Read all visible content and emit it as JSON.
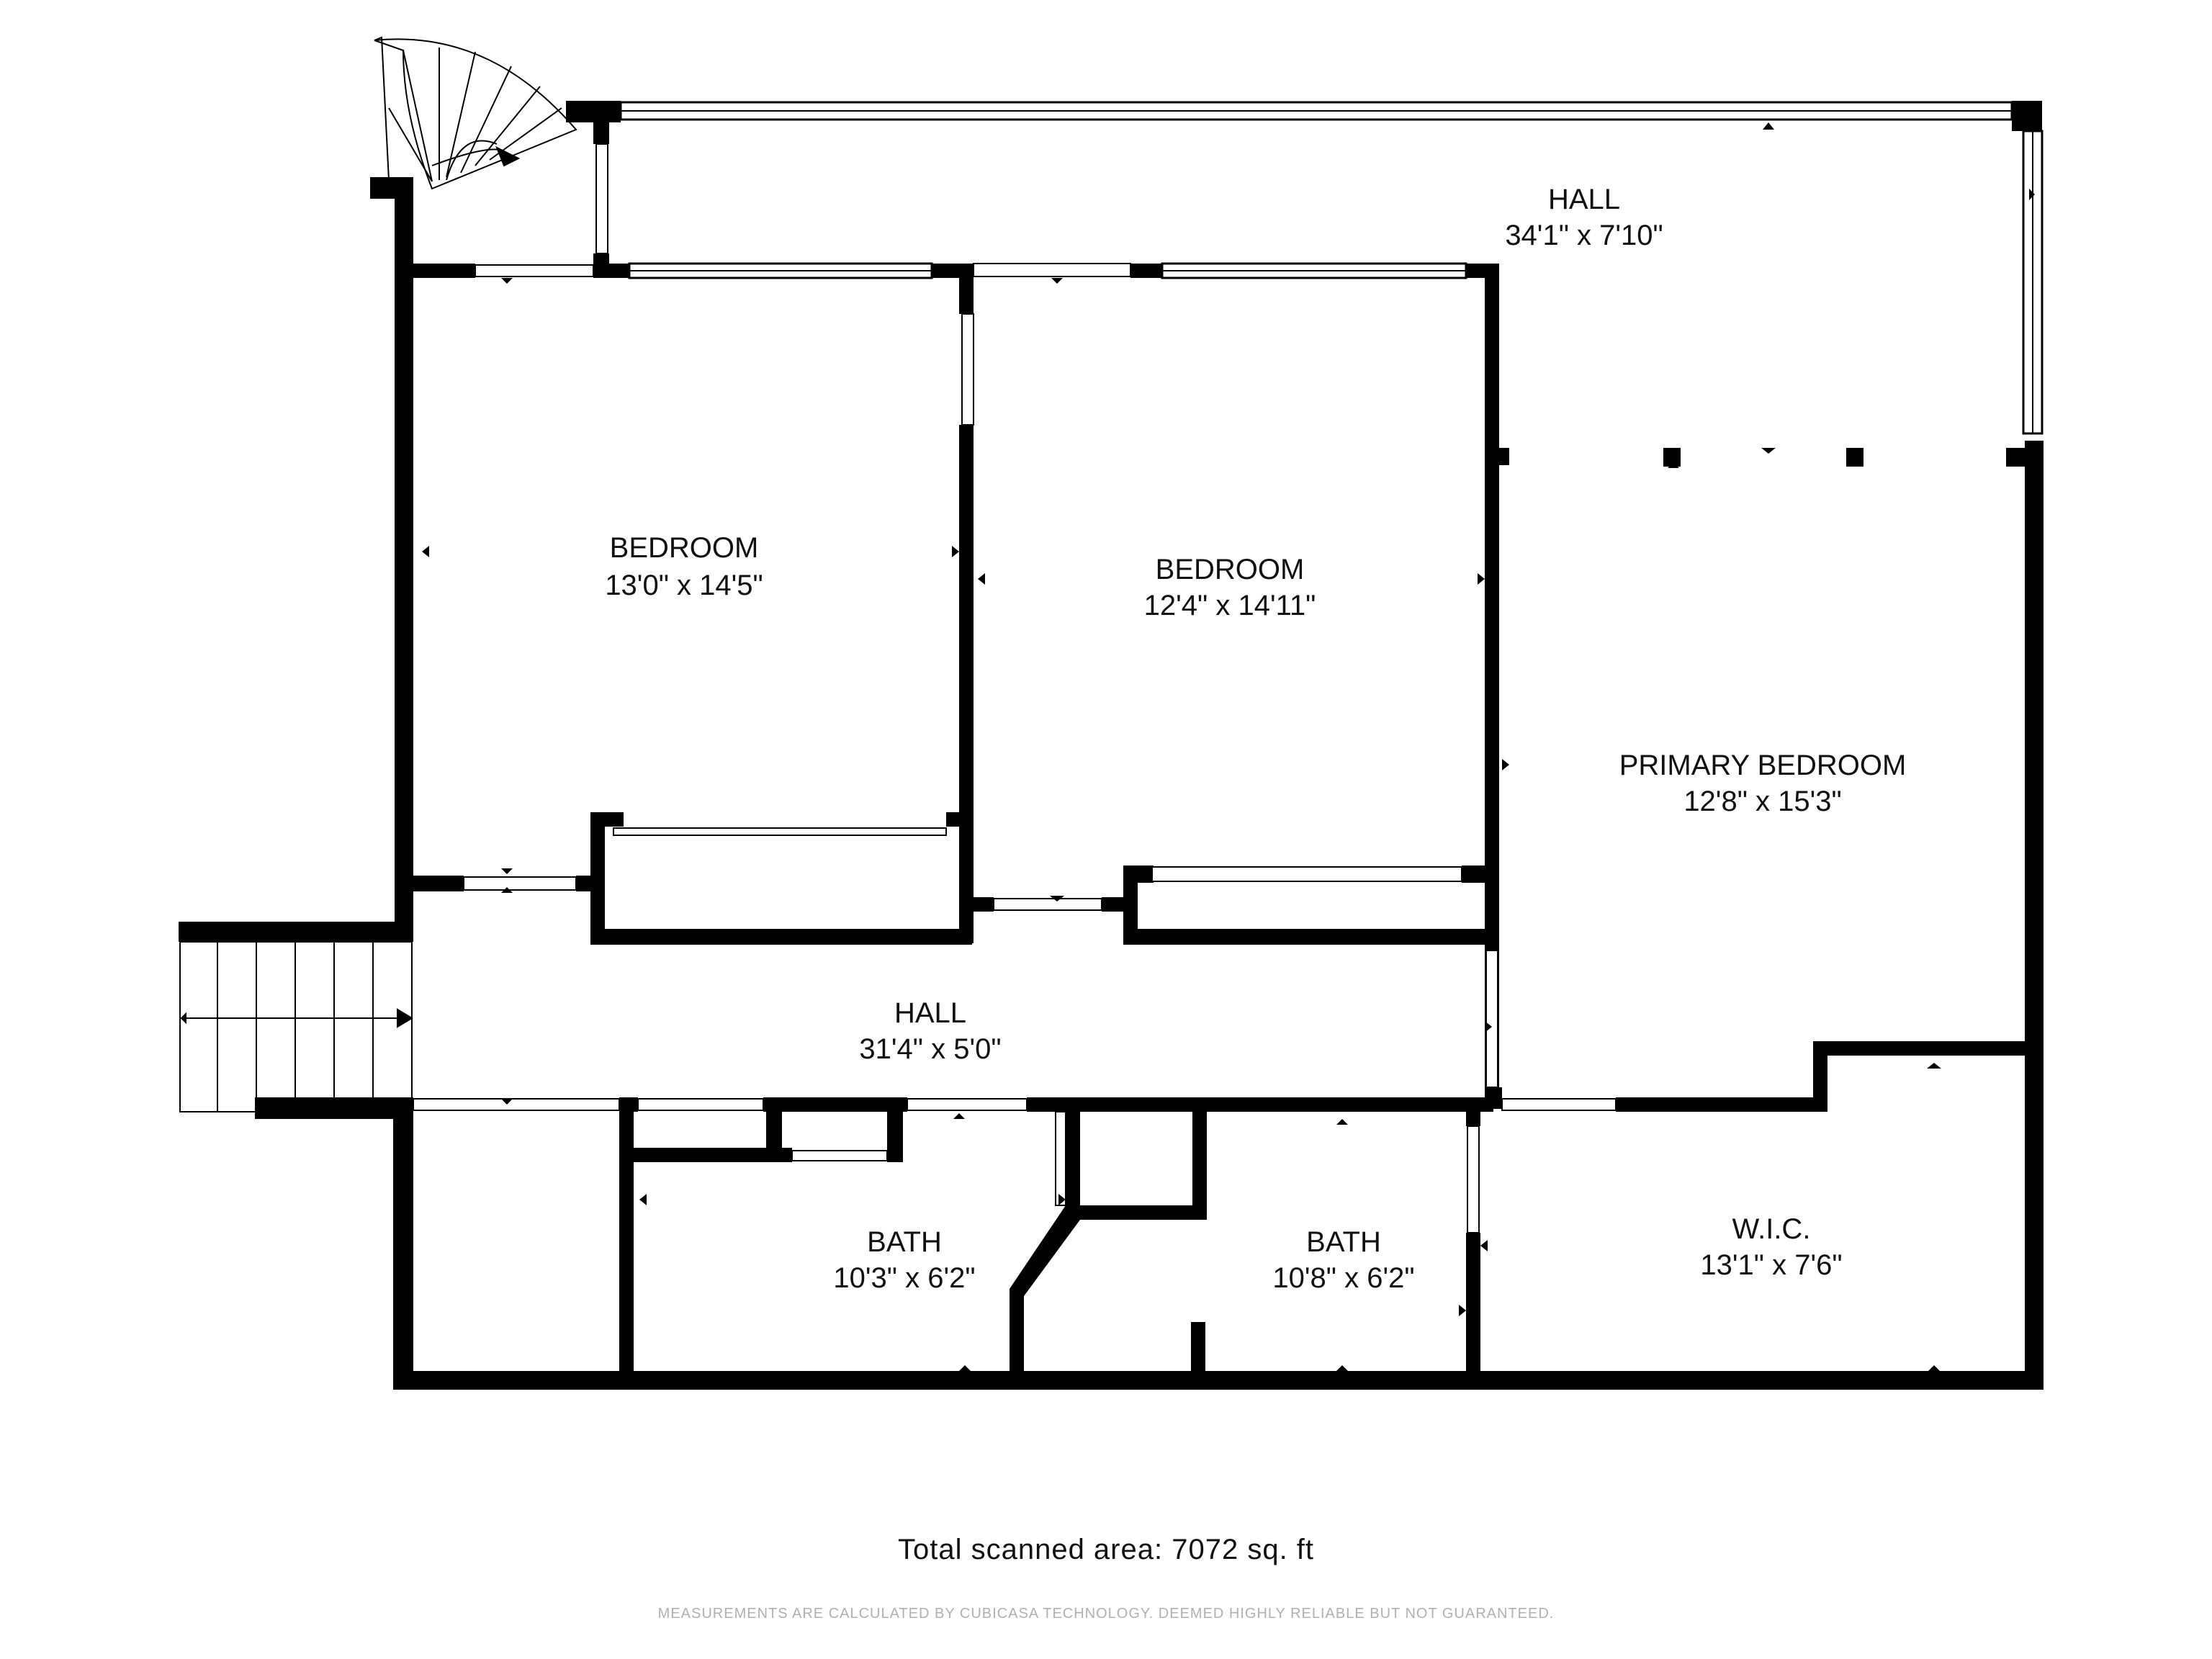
{
  "colors": {
    "wall": "#000000",
    "background": "#ffffff",
    "window": "#ffffff",
    "disclaimer": "#b0b0b0"
  },
  "rooms": {
    "hall_upper": {
      "name": "HALL",
      "dims": "34'1\" x 7'10\""
    },
    "bedroom_1": {
      "name": "BEDROOM",
      "dims": "13'0\" x 14'5\""
    },
    "bedroom_2": {
      "name": "BEDROOM",
      "dims": "12'4\" x 14'11\""
    },
    "primary": {
      "name": "PRIMARY BEDROOM",
      "dims": "12'8\" x 15'3\""
    },
    "hall_lower": {
      "name": "HALL",
      "dims": "31'4\" x 5'0\""
    },
    "bath_1": {
      "name": "BATH",
      "dims": "10'3\" x 6'2\""
    },
    "bath_2": {
      "name": "BATH",
      "dims": "10'8\" x 6'2\""
    },
    "wic": {
      "name": "W.I.C.",
      "dims": "13'1\" x 7'6\""
    }
  },
  "footer": {
    "total_area": "Total scanned area: 7072 sq. ft",
    "disclaimer": "MEASUREMENTS ARE CALCULATED BY CUBICASA TECHNOLOGY. DEEMED HIGHLY RELIABLE BUT NOT GUARANTEED."
  }
}
